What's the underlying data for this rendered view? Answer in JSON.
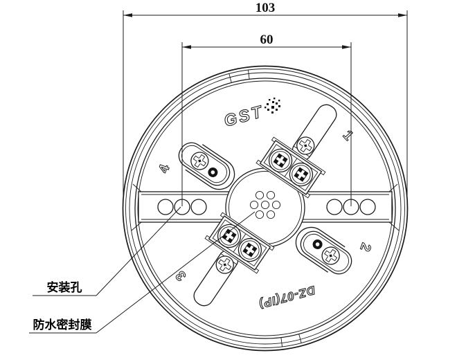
{
  "drawing": {
    "brand": "GST",
    "model": "DZ-07(IP)",
    "dimensions": {
      "outer_diameter": "103",
      "mounting_hole_spacing": "60"
    },
    "terminals": [
      "1",
      "2",
      "3",
      "4"
    ],
    "callouts": {
      "mounting_hole": "安装孔",
      "waterproof_membrane": "防水密封膜"
    },
    "colors": {
      "line": "#1a1a1a",
      "background": "#ffffff"
    }
  }
}
